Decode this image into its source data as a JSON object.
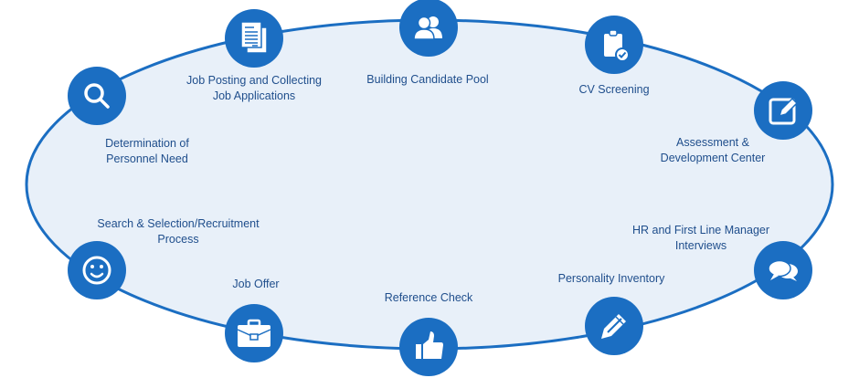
{
  "colors": {
    "accent": "#1b6ec2",
    "ellipse_fill": "#e8f0f9",
    "text": "#1f4e8c",
    "icon": "#ffffff"
  },
  "steps": [
    {
      "label": "Determination of\nPersonnel Need",
      "icon": "search-icon"
    },
    {
      "label": "Job Posting and Collecting\nJob Applications",
      "icon": "document-icon"
    },
    {
      "label": "Building Candidate Pool",
      "icon": "people-icon"
    },
    {
      "label": "CV Screening",
      "icon": "clipboard-check-icon"
    },
    {
      "label": "Assessment &\nDevelopment Center",
      "icon": "edit-icon"
    },
    {
      "label": "HR and First Line Manager\nInterviews",
      "icon": "chat-icon"
    },
    {
      "label": "Personality Inventory",
      "icon": "pencil-icon"
    },
    {
      "label": "Reference Check",
      "icon": "thumbs-up-icon"
    },
    {
      "label": "Job Offer",
      "icon": "briefcase-icon"
    },
    {
      "label": "Search & Selection/Recruitment\nProcess",
      "icon": "smile-icon"
    }
  ]
}
